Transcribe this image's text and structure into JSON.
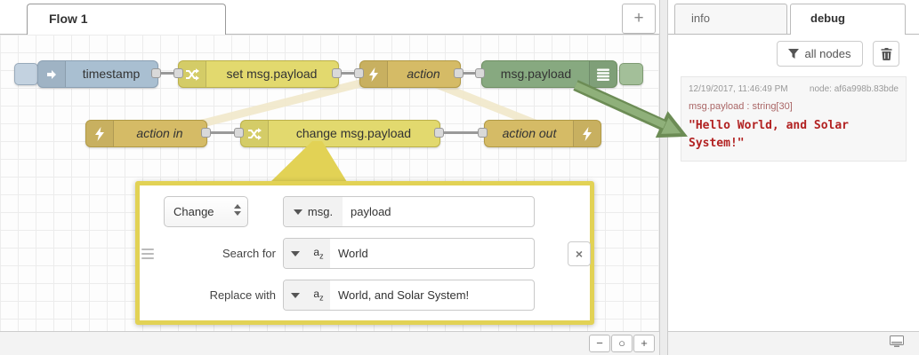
{
  "canvas": {
    "tab": "Flow 1",
    "add_tab": "+",
    "zoom_out": "−",
    "zoom_reset": "○",
    "zoom_in": "+",
    "nodes": {
      "timestamp": "timestamp",
      "set_payload": "set msg.payload",
      "action": "action",
      "debug": "msg.payload",
      "action_in": "action in",
      "change": "change msg.payload",
      "action_out": "action out"
    }
  },
  "editor": {
    "action_option": "Change",
    "property_prefix": "msg.",
    "property_value": "payload",
    "search_label": "Search for",
    "search_value": "World",
    "replace_label": "Replace with",
    "replace_value": "World, and Solar System!",
    "close": "×",
    "string_type_a": "a",
    "string_type_z": "z"
  },
  "sidebar": {
    "tab_info": "info",
    "tab_debug": "debug",
    "filter_label": "all nodes",
    "message": {
      "time": "12/19/2017, 11:46:49 PM",
      "node": "node: af6a998b.83bde",
      "property": "msg.payload : string[30]",
      "value": "\"Hello World, and Solar System!\""
    }
  },
  "colors": {
    "inject_node": "#a9bfd1",
    "change_node": "#e2d96e",
    "action_node": "#d5bb66",
    "debug_node": "#87a980",
    "popup_border": "#e2d255",
    "annotation_arrow": "#8fb07a",
    "debug_value_text": "#b22222"
  }
}
